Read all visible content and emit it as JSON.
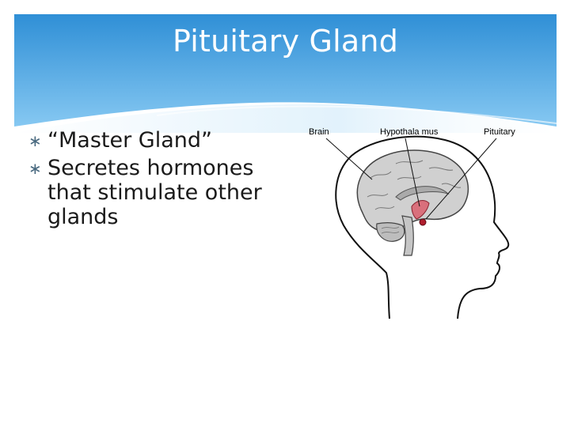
{
  "slide": {
    "title": "Pituitary Gland",
    "bullets": [
      "“Master Gland”",
      "Secretes hormones that stimulate other glands"
    ],
    "bullet_glyph": "∗"
  },
  "diagram": {
    "labels": {
      "brain": "Brain",
      "hypothalamus": "Hypothala mus",
      "pituitary": "Pituitary"
    },
    "colors": {
      "highlight": "#d9707c",
      "pituitary": "#b01e2e",
      "brain_fill": "#d0d0d0"
    }
  },
  "theme": {
    "banner_top": "#2f8fd6",
    "banner_bottom": "#79c1f0"
  }
}
